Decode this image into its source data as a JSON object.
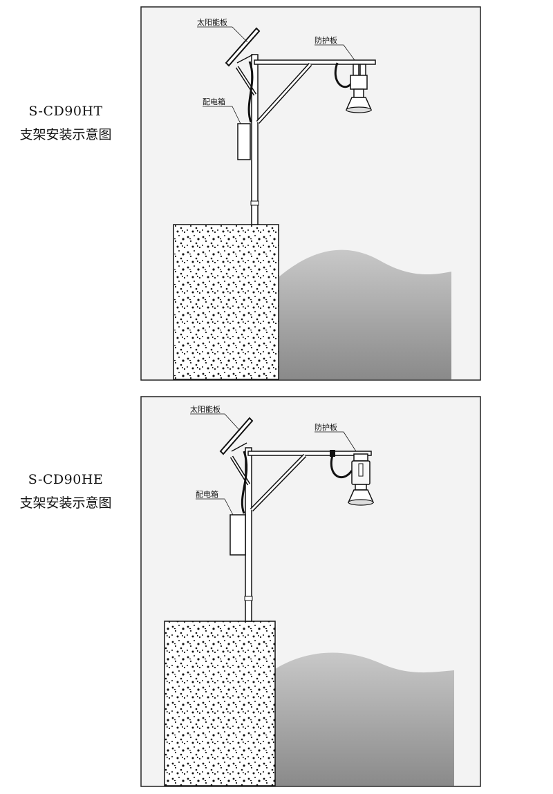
{
  "diagrams": [
    {
      "model": "S-CD90HT",
      "description": "支架安装示意图",
      "labels": {
        "solar_panel": "太阳能板",
        "protection_plate": "防护板",
        "distribution_box": "配电箱"
      }
    },
    {
      "model": "S-CD90HE",
      "description": "支架安装示意图",
      "labels": {
        "solar_panel": "太阳能板",
        "protection_plate": "防护板",
        "distribution_box": "配电箱"
      }
    }
  ]
}
